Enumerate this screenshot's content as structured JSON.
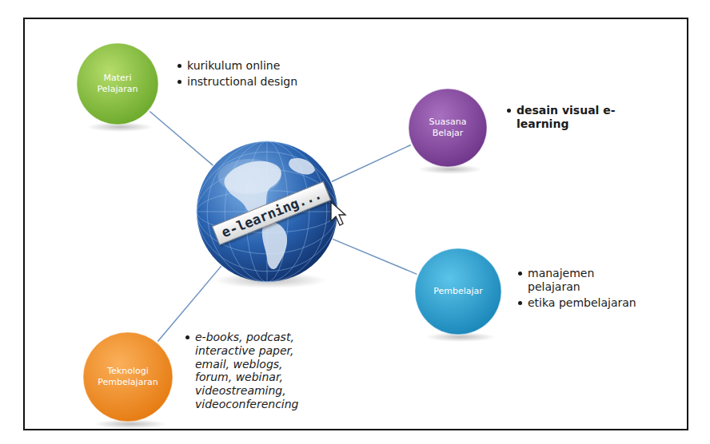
{
  "diagram": {
    "nodes": [
      {
        "text": [
          "Materi Pelajaran",
          "kurikulum online",
          "instructional design"
        ]
      },
      {
        "text": [
          "Suasana Belajar",
          "desain visual e-learning"
        ]
      },
      {
        "text": [
          "e-learning..."
        ]
      },
      {
        "text": [
          "Pembelajar",
          "manajemen pelajaran",
          "etika pembelajaran"
        ]
      },
      {
        "text": [
          "Teknologi Pembelajaran",
          "e-books, podcast, interactive paper, email, weblogs, forum, webinar, videostreaming, videoconferencing"
        ]
      }
    ],
    "edges": [
      {
        "from": 2,
        "to": 0,
        "arrow": "none"
      },
      {
        "from": 2,
        "to": 1,
        "arrow": "none"
      },
      {
        "from": 2,
        "to": 3,
        "arrow": "none"
      },
      {
        "from": 2,
        "to": 4,
        "arrow": "none"
      }
    ]
  }
}
